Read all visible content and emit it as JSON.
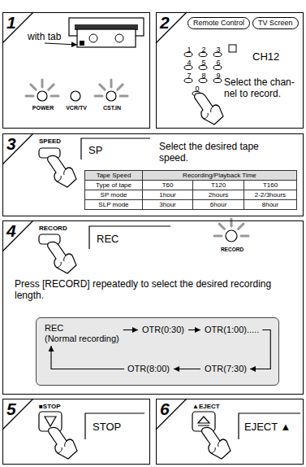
{
  "diagram": {
    "nodes": [
      {
        "text": [
          "1"
        ]
      },
      {
        "text": [
          "2"
        ]
      },
      {
        "text": [
          "Remote Control"
        ],
        "in": 1
      },
      {
        "text": [
          "TV Screen"
        ],
        "in": 1
      },
      {
        "text": [
          "3"
        ]
      },
      {
        "text": [
          "4"
        ]
      },
      {
        "text": [],
        "in": 5
      },
      {
        "text": [
          "REC",
          "(Normal recording)"
        ],
        "in": 6
      },
      {
        "text": [
          "OTR(0:30)"
        ],
        "in": 6
      },
      {
        "text": [
          "OTR(1:00)....."
        ],
        "in": 6
      },
      {
        "text": [
          "OTR(8:00)"
        ],
        "in": 6
      },
      {
        "text": [
          "OTR(7:30)"
        ],
        "in": 6
      },
      {
        "text": [
          "5"
        ]
      },
      {
        "text": [
          "6"
        ]
      }
    ],
    "edges": [
      {
        "from": 7,
        "to": 8,
        "arrow": "to"
      },
      {
        "from": 8,
        "to": 9,
        "arrow": "to"
      },
      {
        "from": 9,
        "to": 11,
        "arrow": "to"
      },
      {
        "from": 11,
        "to": 10,
        "arrow": "to"
      },
      {
        "from": 10,
        "to": 7,
        "arrow": "to"
      }
    ],
    "labels": [
      "with tab",
      "POWER",
      "VCR/TV",
      "CST.IN",
      "1",
      "2",
      "3",
      "4",
      "5",
      "6",
      "7",
      "8",
      "9",
      "0",
      "CH12",
      "Select the chan- nel to record.",
      "SPEED",
      "SP",
      "Select the desired tape speed.",
      "Tape Speed",
      "Recording/Playback Time",
      "Type of tape",
      "T60",
      "T120",
      "T160",
      "SP mode",
      "1hour",
      "2hours",
      "2-2/3hours",
      "SLP mode",
      "3hour",
      "6hour",
      "8hour",
      "RECORD",
      "REC",
      "RECORD",
      "Press [RECORD] repeatedly to select the desired recording length.",
      "■STOP",
      "STOP",
      "▲EJECT",
      "EJECT ▲"
    ]
  }
}
